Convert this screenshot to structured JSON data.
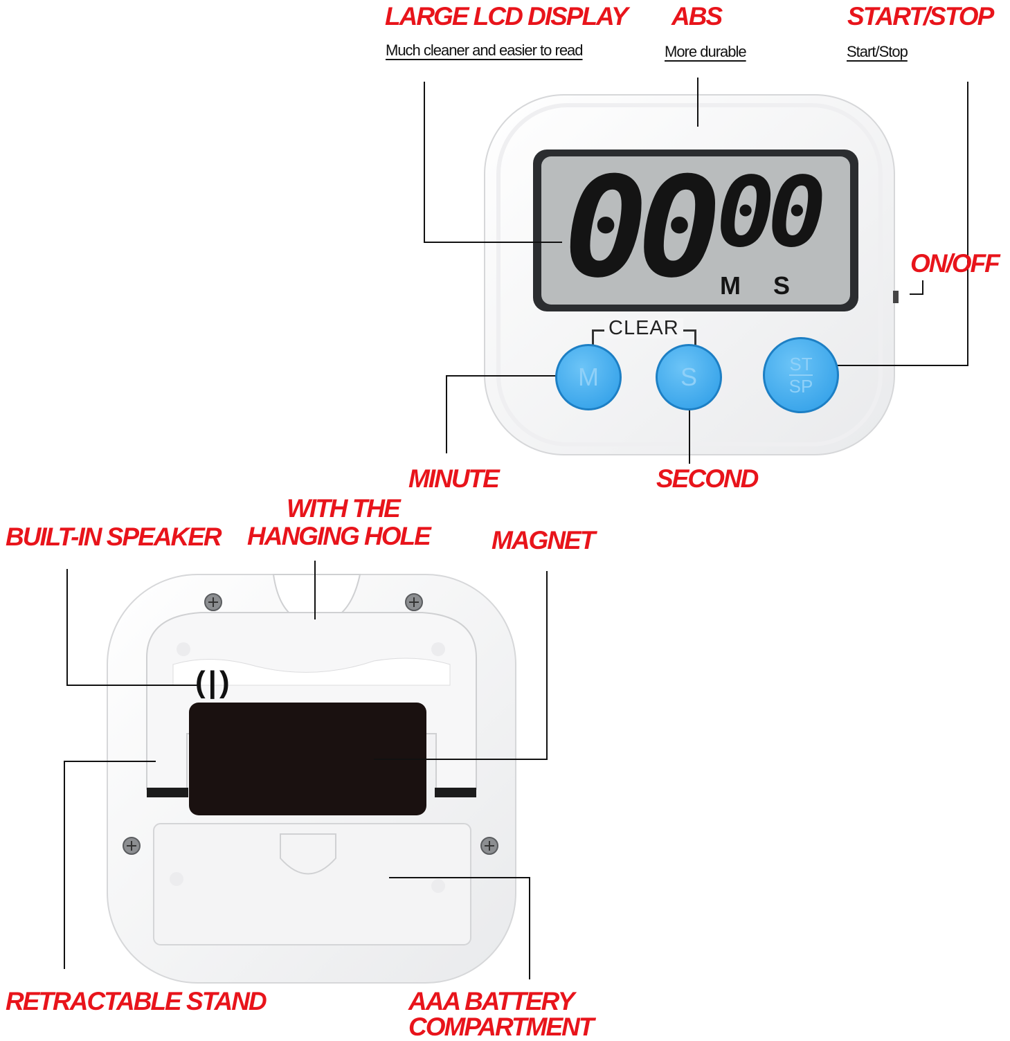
{
  "callouts": {
    "lcd": {
      "title": "LARGE LCD DISPLAY",
      "desc": "Much cleaner and easier to read"
    },
    "abs": {
      "title": "ABS",
      "desc": "More durable"
    },
    "startstop": {
      "title": "START/STOP",
      "desc": "Start/Stop"
    },
    "onoff": {
      "title": "ON/OFF"
    },
    "minute": {
      "title": "MINUTE"
    },
    "second": {
      "title": "SECOND"
    },
    "speaker": {
      "title": "BUILT-IN SPEAKER"
    },
    "hanging": {
      "line1": "WITH THE",
      "line2": "HANGING HOLE"
    },
    "magnet": {
      "title": "MAGNET"
    },
    "stand": {
      "title": "RETRACTABLE STAND"
    },
    "battery": {
      "line1": "AAA BATTERY",
      "line2": "COMPARTMENT"
    }
  },
  "timer_front": {
    "display_minutes": "00",
    "display_seconds": "00",
    "unit_minutes": "M",
    "unit_seconds": "S",
    "clear_label": "CLEAR",
    "button_minute": "M",
    "button_second": "S",
    "button_start_top": "ST",
    "button_start_bottom": "SP"
  },
  "timer_back": {
    "speaker_glyph": "(|)"
  },
  "colors": {
    "callout_text": "#e8141b",
    "button_blue": "#3aaaf0",
    "lcd_background": "#b9bcbd",
    "lcd_digits": "#141414",
    "magnet": "#1a1110"
  }
}
